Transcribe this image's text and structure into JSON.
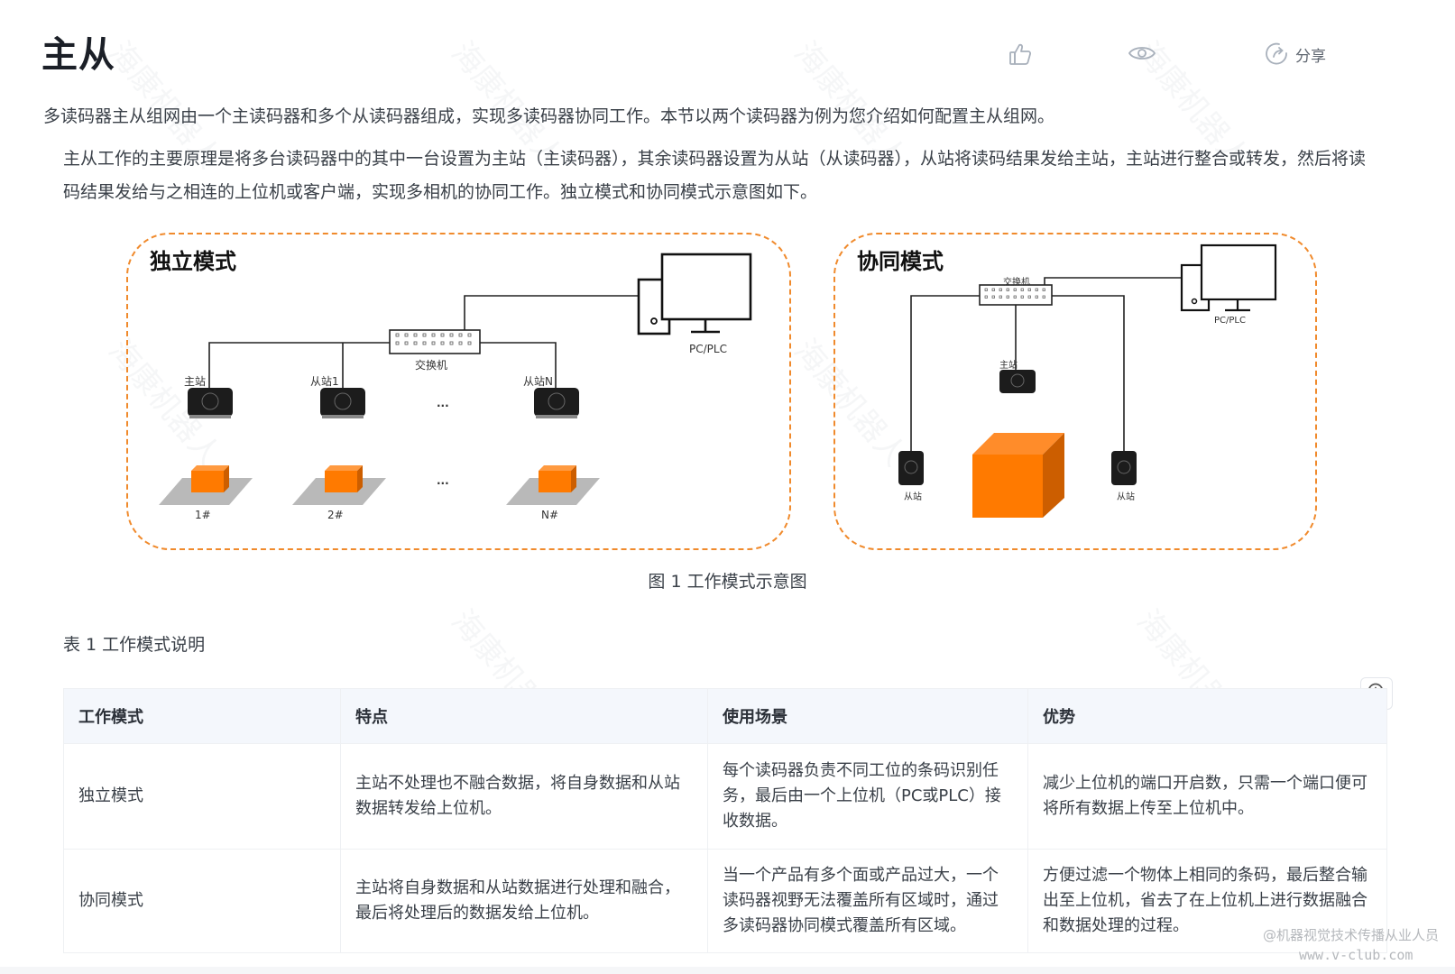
{
  "breadcrumb": {
    "text": "········ ·········· ·· ·· ········"
  },
  "page": {
    "title": "主从"
  },
  "actions": {
    "like_icon": "thumbs-up-icon",
    "view_icon": "eye-icon",
    "share_icon": "share-icon",
    "share_label": "分享"
  },
  "content": {
    "intro": "多读码器主从组网由一个主读码器和多个从读码器组成，实现多读码器协同工作。本节以两个读码器为例为您介绍如何配置主从组网。",
    "principle": "主从工作的主要原理是将多台读码器中的其中一台设置为主站（主读码器），其余读码器设置为从站（从读码器），从站将读码结果发给主站，主站进行整合或转发，然后将读码结果发给与之相连的上位机或客户端，实现多相机的协同工作。独立模式和协同模式示意图如下。"
  },
  "figure": {
    "caption": "图 1 工作模式示意图",
    "accent_color": "#f08a2c",
    "box_color": "#ff7a00",
    "independent": {
      "title": "独立模式",
      "switch_label": "交换机",
      "pc_label": "PC/PLC",
      "readers": [
        "主站",
        "从站1",
        "从站N"
      ],
      "ellipsis": "...",
      "stations": [
        "1#",
        "2#",
        "N#"
      ]
    },
    "cooperative": {
      "title": "协同模式",
      "switch_label": "交换机",
      "pc_label": "PC/PLC",
      "master_label": "主站",
      "slave_labels": [
        "从站",
        "从站"
      ]
    }
  },
  "table": {
    "caption": "表 1 工作模式说明",
    "zoom_icon": "zoom-in-icon",
    "headers": [
      "工作模式",
      "特点",
      "使用场景",
      "优势"
    ],
    "rows": [
      [
        "独立模式",
        "主站不处理也不融合数据，将自身数据和从站数据转发给上位机。",
        "每个读码器负责不同工位的条码识别任务，最后由一个上位机（PC或PLC）接收数据。",
        "减少上位机的端口开启数，只需一个端口便可将所有数据上传至上位机中。"
      ],
      [
        "协同模式",
        "主站将自身数据和从站数据进行处理和融合，最后将处理后的数据发给上位机。",
        "当一个产品有多个面或产品过大，一个读码器视野无法覆盖所有区域时，通过多读码器协同模式覆盖所有区域。",
        "方便过滤一个物体上相同的条码，最后整合输出至上位机，省去了在上位机上进行数据融合和数据处理的过程。"
      ]
    ]
  },
  "watermarks": {
    "repeat_text": "海康机器人",
    "credit": "@机器视觉技术传播从业人员",
    "url": "www.v-club.com"
  }
}
